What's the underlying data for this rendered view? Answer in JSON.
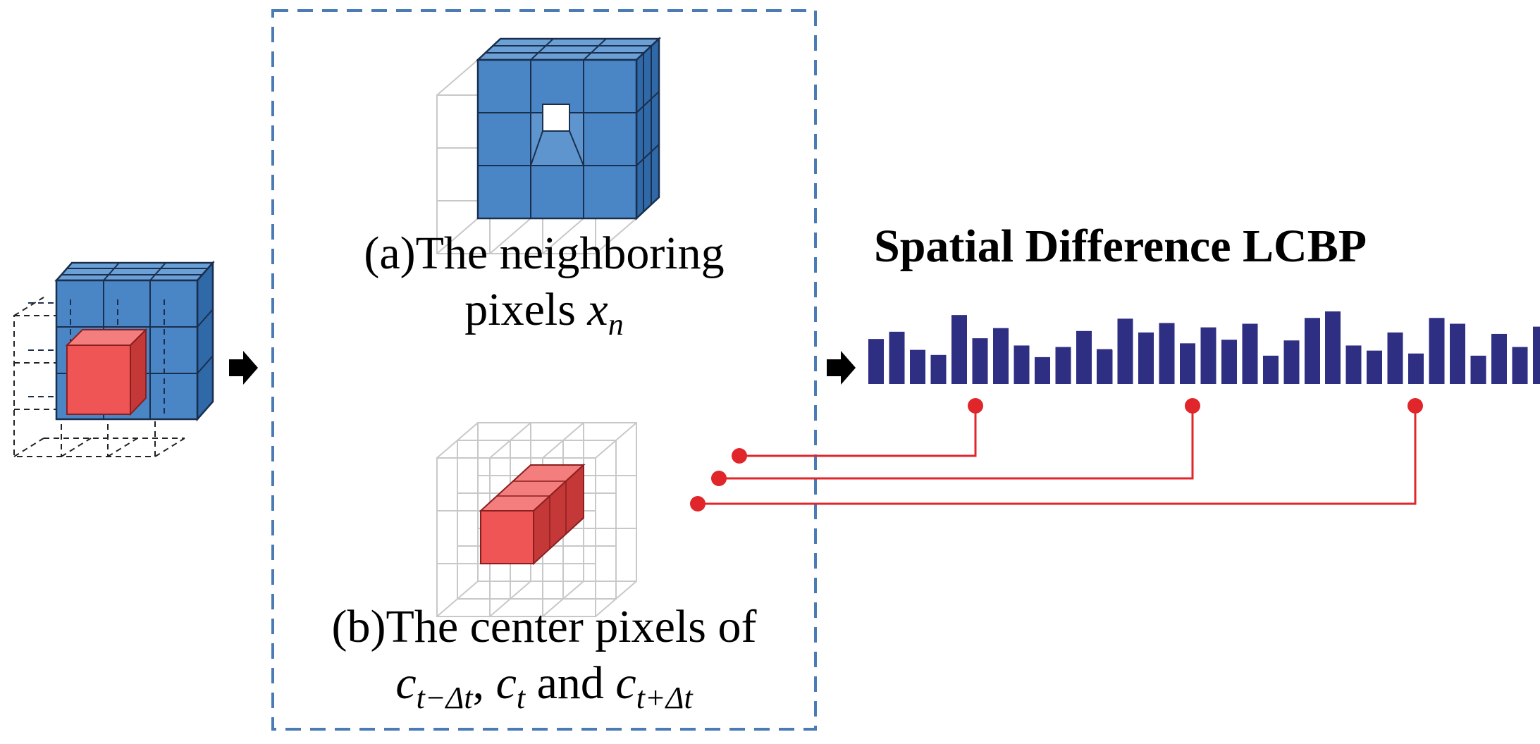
{
  "figure": {
    "title": "Spatial Difference LCBP",
    "caption_a": {
      "line1": "(a)The neighboring",
      "line2_text": "pixels ",
      "line2_math": "x",
      "line2_sub": "n"
    },
    "caption_b": {
      "line1": "(b)The center pixels of",
      "c1_base": "c",
      "c1_sub": "t−Δt",
      "sep1": ", ",
      "c2_base": "c",
      "c2_sub": "t",
      "sep2": " and ",
      "c3_base": "c",
      "c3_sub": "t+Δt"
    },
    "histograms": [
      {
        "values": [
          0.62,
          0.72,
          0.47,
          0.4,
          0.95,
          0.63,
          0.77,
          0.53,
          0.37,
          0.51,
          0.73,
          0.47
        ]
      },
      {
        "values": [
          0.48,
          0.9,
          0.71,
          0.84,
          0.56,
          0.78,
          0.61,
          0.83,
          0.39,
          0.6,
          0.91
        ]
      },
      {
        "values": [
          1.0,
          0.53,
          0.46,
          0.71,
          0.42,
          0.91,
          0.83,
          0.39,
          0.69,
          0.51,
          0.79
        ]
      }
    ],
    "colors": {
      "cube_blue": "#4a86c5",
      "cube_blue_dark": "#2f69a8",
      "cube_blue_light": "#6ba0d6",
      "center_red": "#f05555",
      "center_red_dark": "#c53838",
      "center_red_light": "#f47d7d",
      "bar_color": "#2e2e82",
      "connector_red": "#e0262b",
      "dash_box": "#4a7bb5"
    }
  }
}
